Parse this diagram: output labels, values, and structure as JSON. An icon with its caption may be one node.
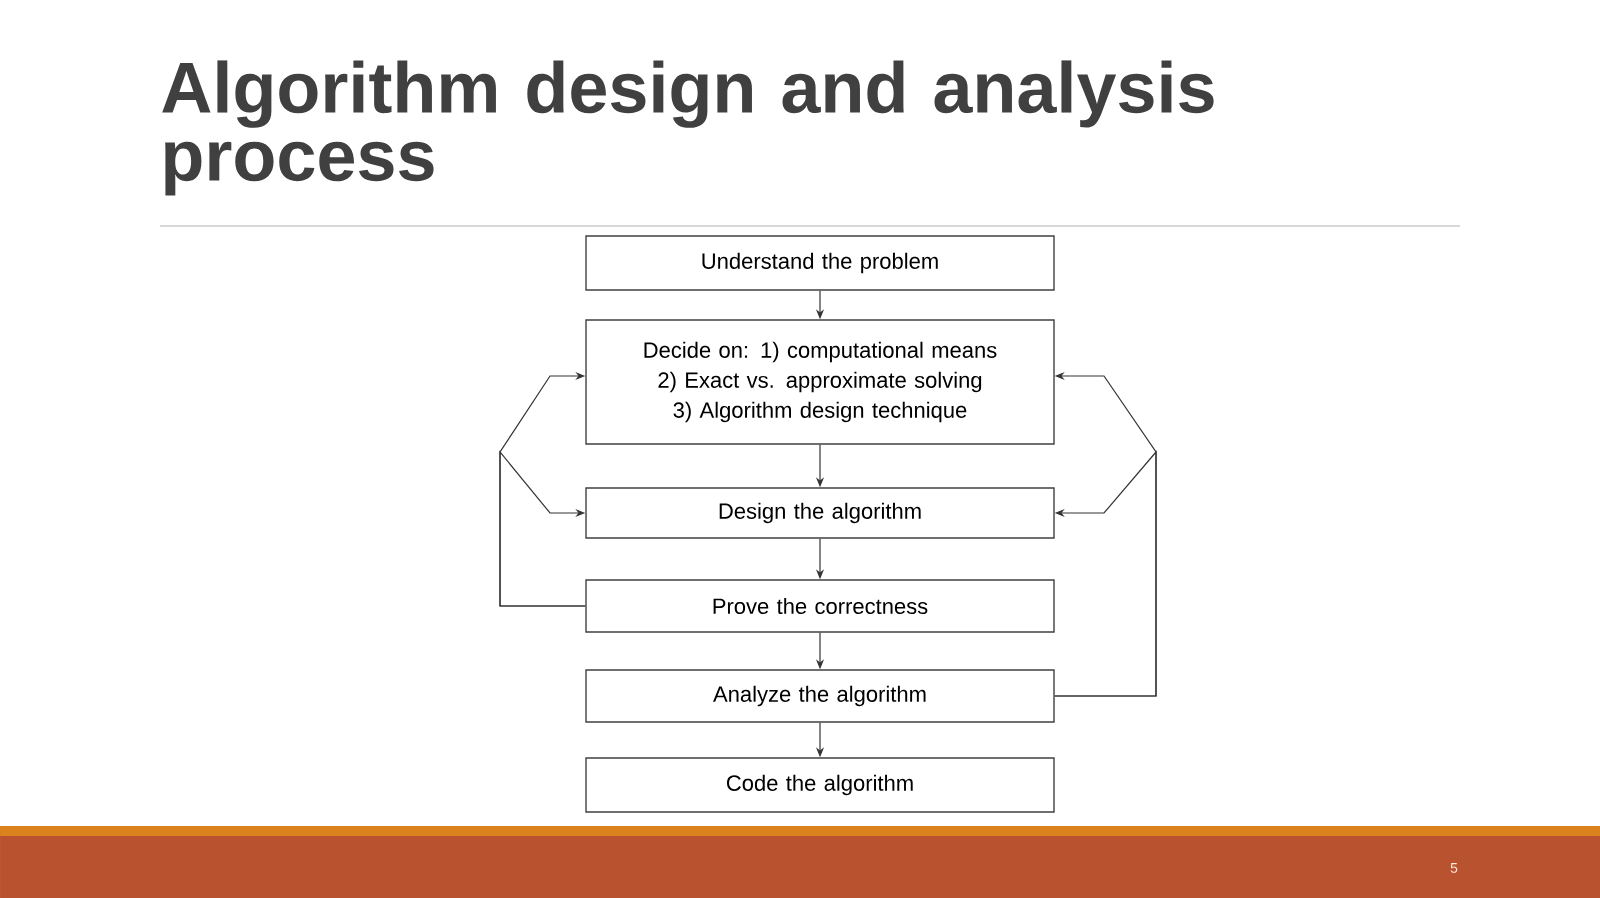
{
  "diagram": {
    "title": "Algorithm design and analysis process",
    "nodes": [
      {
        "text": [
          "Understand the problem"
        ]
      },
      {
        "text": [
          "Decide on: 1) computational means 2) Exact vs. approximate solving 3) Algorithm design technique"
        ]
      },
      {
        "text": [
          "Design the algorithm"
        ]
      },
      {
        "text": [
          "Prove the correctness"
        ]
      },
      {
        "text": [
          "Analyze the algorithm"
        ]
      },
      {
        "text": [
          "Code the algorithm"
        ]
      }
    ],
    "edges": [
      {
        "from": 0,
        "to": 1,
        "arrow": "to"
      },
      {
        "from": 1,
        "to": 2,
        "arrow": "to"
      },
      {
        "from": 2,
        "to": 3,
        "arrow": "to"
      },
      {
        "from": 3,
        "to": 4,
        "arrow": "to"
      },
      {
        "from": 4,
        "to": 5,
        "arrow": "to"
      },
      {
        "from": 3,
        "to": 1,
        "arrow": "to"
      },
      {
        "from": 3,
        "to": 2,
        "arrow": "to"
      },
      {
        "from": 4,
        "to": 1,
        "arrow": "to"
      },
      {
        "from": 4,
        "to": 2,
        "arrow": "to"
      }
    ],
    "labels": [
      "5"
    ]
  }
}
